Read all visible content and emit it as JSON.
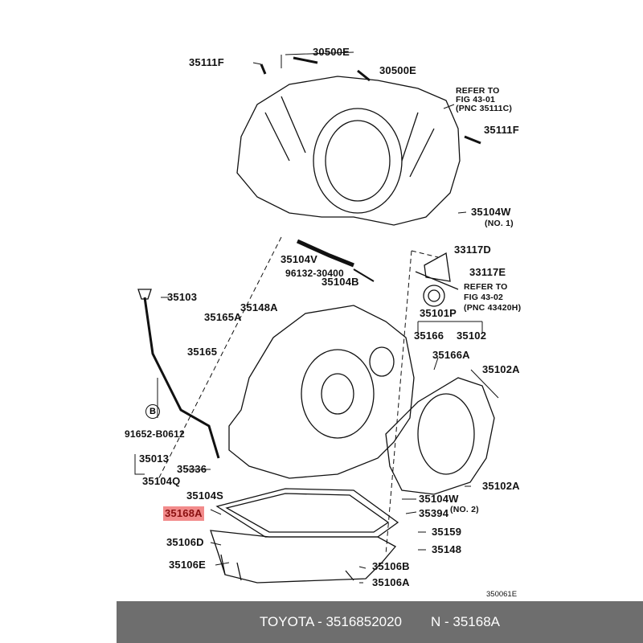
{
  "labels": {
    "l1": "35111F",
    "l2": "30500E",
    "l3": "30500E",
    "ref1a": "REFER TO",
    "ref1b": "FIG 43-01",
    "ref1c": "(PNC 35111C)",
    "l4": "35111F",
    "l5": "35104W",
    "l5n": "(NO. 1)",
    "l6": "35104V",
    "l7": "33117D",
    "l8": "33117E",
    "l9": "96132-30400",
    "l10": "35104B",
    "ref2a": "REFER TO",
    "ref2b": "FIG 43-02",
    "ref2c": "(PNC 43420H)",
    "l11": "35103",
    "l12": "35148A",
    "l13": "35101P",
    "l14": "35165A",
    "l15": "35166",
    "l16": "35102",
    "l17": "35165",
    "l18": "35166A",
    "l19": "35102A",
    "l20": "91652-B0612",
    "l20c": "B",
    "l21": "35013",
    "l22": "35336",
    "l23": "35104Q",
    "l24": "35104S",
    "l25": "35102A",
    "l26": "35104W",
    "l26n": "(NO. 2)",
    "l27": "35168A",
    "l28": "35394",
    "l29": "35159",
    "l30": "35106D",
    "l31": "35148",
    "l32": "35106E",
    "l33": "35106B",
    "l34": "35106A",
    "figcode": "350061E"
  },
  "footer": {
    "brand_part": "TOYOTA - 3516852020",
    "number": "N - 35168A"
  },
  "highlight_color": "#f28b8b"
}
